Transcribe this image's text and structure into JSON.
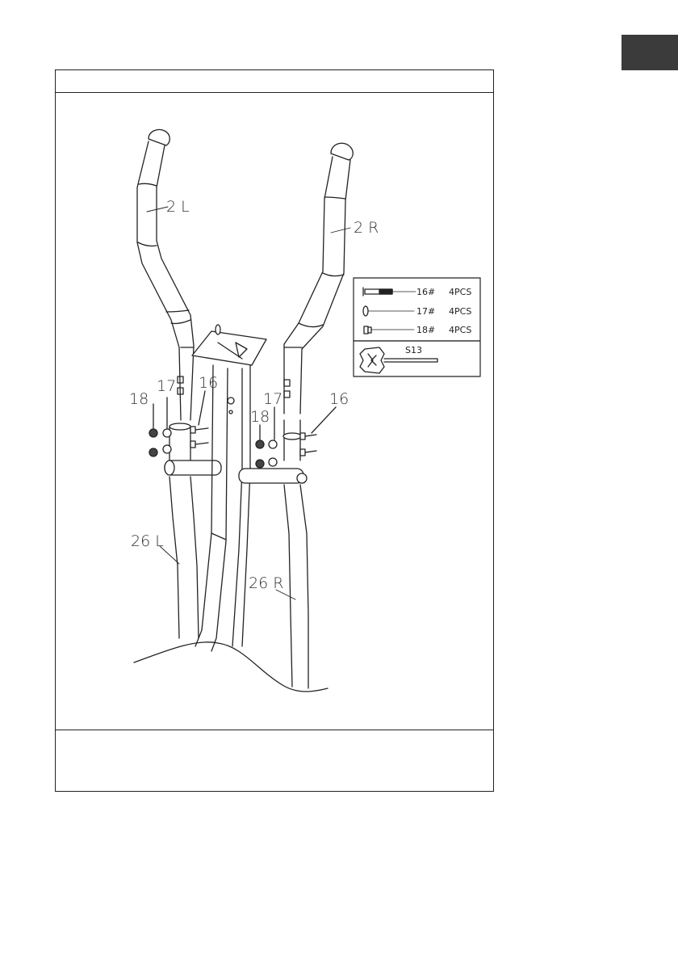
{
  "page": {
    "tab_color": "#3b3b3b",
    "line_color": "#222222"
  },
  "diagram": {
    "part_labels": {
      "handlebar_left": "2 L",
      "handlebar_right": "2 R",
      "upright_left": "26 L",
      "upright_right": "26 R",
      "bolt_left": "16",
      "washer_left": "17",
      "nut_left": "18",
      "bolt_right": "16",
      "washer_right": "17",
      "nut_right": "18"
    },
    "hardware_legend": {
      "items": [
        {
          "part": "16#",
          "qty": "4PCS",
          "icon": "bolt-icon"
        },
        {
          "part": "17#",
          "qty": "4PCS",
          "icon": "washer-icon"
        },
        {
          "part": "18#",
          "qty": "4PCS",
          "icon": "nut-icon"
        }
      ],
      "tool": {
        "label": "S13",
        "icon": "wrench-icon"
      }
    }
  }
}
